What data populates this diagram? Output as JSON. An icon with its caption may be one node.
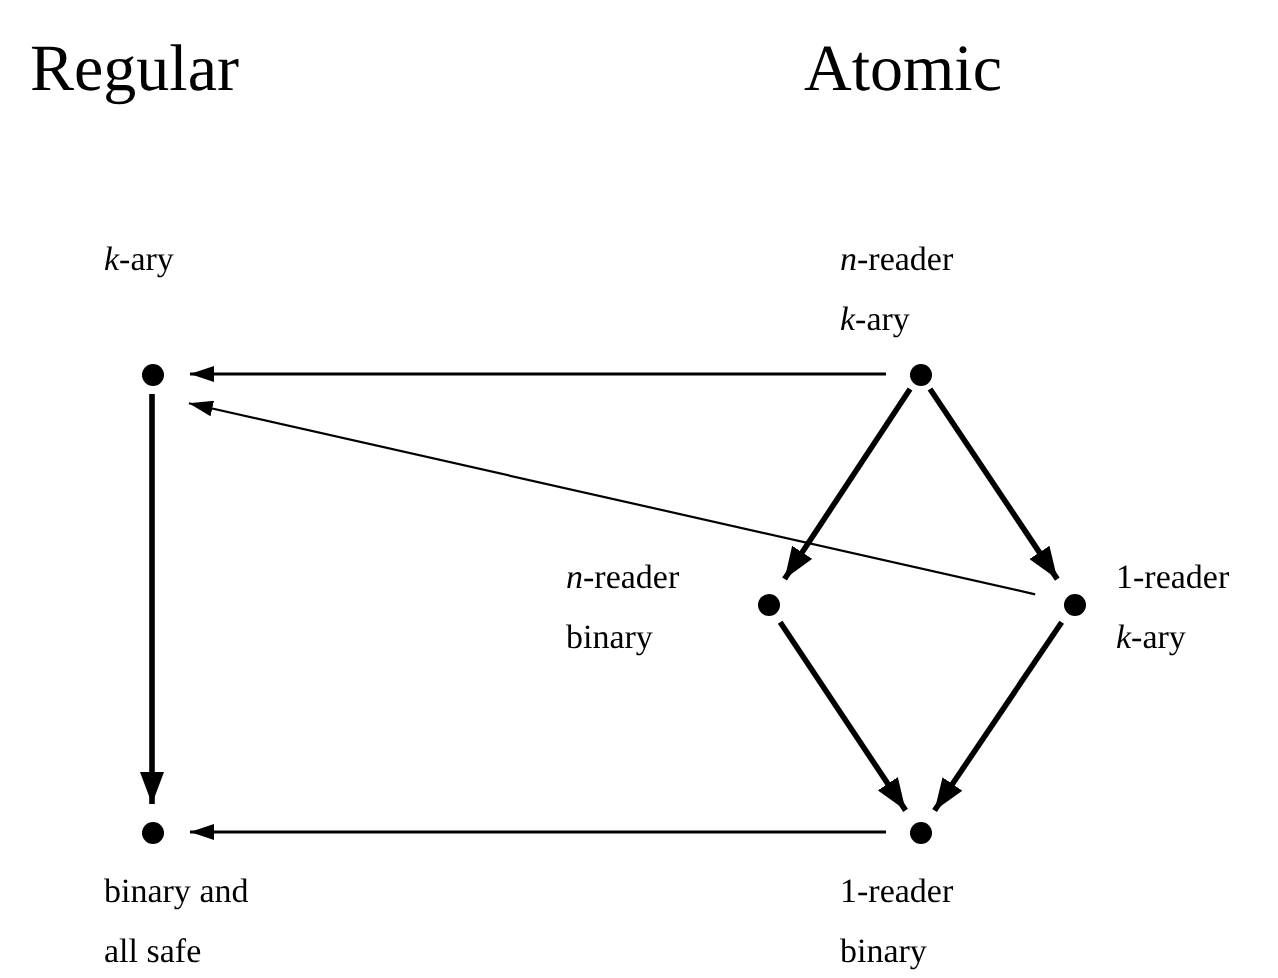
{
  "diagram": {
    "nodes": [
      {
        "text": [
          "*k*-ary"
        ]
      },
      {
        "text": [
          "*n*-reader *k*-ary"
        ]
      },
      {
        "text": [
          "*n*-reader binary"
        ]
      },
      {
        "text": [
          "1-reader *k*-ary"
        ]
      },
      {
        "text": [
          "binary and all safe"
        ]
      },
      {
        "text": [
          "1-reader binary"
        ]
      }
    ],
    "edges": [
      {
        "from": 1,
        "to": 0,
        "arrow": "to"
      },
      {
        "from": 3,
        "to": 0,
        "arrow": "to"
      },
      {
        "from": 0,
        "to": 4,
        "arrow": "to"
      },
      {
        "from": 1,
        "to": 2,
        "arrow": "to"
      },
      {
        "from": 1,
        "to": 3,
        "arrow": "to"
      },
      {
        "from": 2,
        "to": 5,
        "arrow": "to"
      },
      {
        "from": 3,
        "to": 5,
        "arrow": "to"
      },
      {
        "from": 5,
        "to": 4,
        "arrow": "to"
      }
    ],
    "labels": [
      "Regular",
      "Atomic"
    ]
  }
}
